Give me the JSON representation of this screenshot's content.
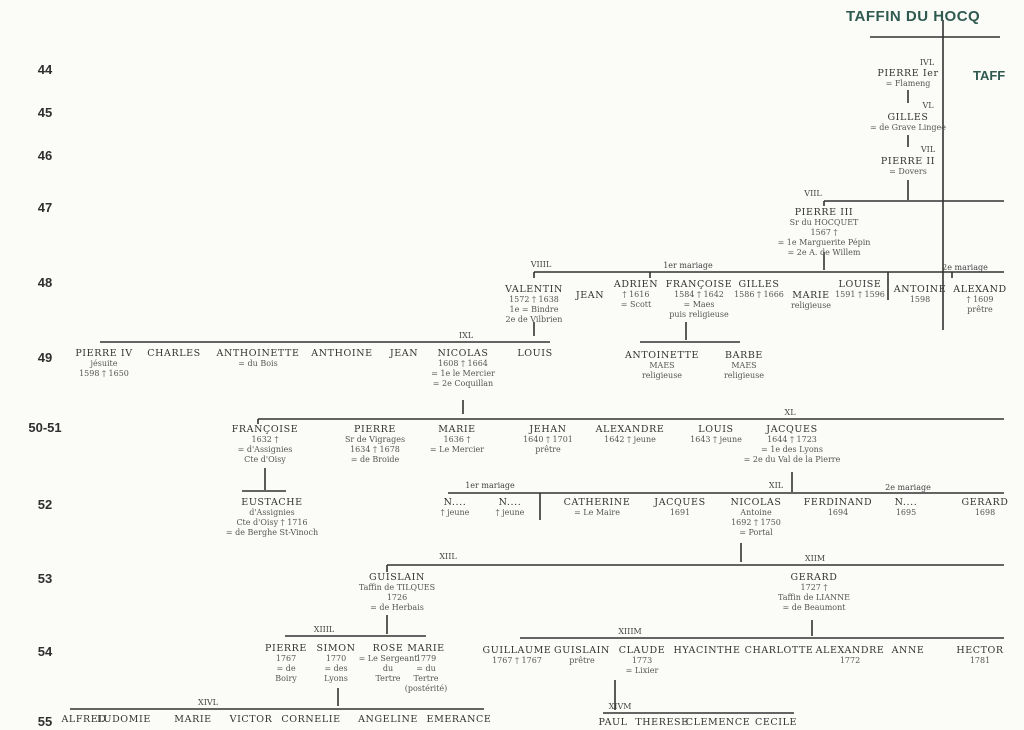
{
  "header": {
    "title": "TAFFIN DU HOCQ",
    "side_title": "TAFF"
  },
  "generations": [
    "44",
    "45",
    "46",
    "47",
    "48",
    "49",
    "50-51",
    "52",
    "53",
    "54",
    "55"
  ],
  "branch_labels": [
    {
      "text": "IVL"
    },
    {
      "text": "VL"
    },
    {
      "text": "VIL"
    },
    {
      "text": "VIIL"
    },
    {
      "text": "VIIIL"
    },
    {
      "text": "1er mariage"
    },
    {
      "text": "2e mariage"
    },
    {
      "text": "IXL"
    },
    {
      "text": "XL"
    },
    {
      "text": "1er mariage"
    },
    {
      "text": "XIL"
    },
    {
      "text": "2e mariage"
    },
    {
      "text": "XIIL"
    },
    {
      "text": "XIIM"
    },
    {
      "text": "XIIIL"
    },
    {
      "text": "XIIIM"
    },
    {
      "text": "XIVL"
    },
    {
      "text": "XIVM"
    }
  ],
  "people": [
    {
      "name": "PIERRE Ier",
      "details": [
        "= Flameng"
      ]
    },
    {
      "name": "GILLES",
      "details": [
        "= de Grave Lingee"
      ]
    },
    {
      "name": "PIERRE II",
      "details": [
        "= Dovers"
      ]
    },
    {
      "name": "PIERRE III",
      "details": [
        "Sr du HOCQUET",
        "1567 †",
        "= 1e Marguerite Pépin",
        "= 2e A. de Willem"
      ]
    },
    {
      "name": "VALENTIN",
      "details": [
        "1572 † 1638",
        "1e = Bindre",
        "2e de Vilbrien"
      ]
    },
    {
      "name": "JEAN",
      "details": []
    },
    {
      "name": "ADRIEN",
      "details": [
        "† 1616",
        "= Scott"
      ]
    },
    {
      "name": "FRANÇOISE",
      "details": [
        "1584 † 1642",
        "= Maes",
        "puis religieuse"
      ]
    },
    {
      "name": "GILLES",
      "details": [
        "1586 † 1666"
      ]
    },
    {
      "name": "MARIE",
      "details": [
        "religieuse"
      ]
    },
    {
      "name": "LOUISE",
      "details": [
        "1591 † 1596"
      ]
    },
    {
      "name": "ANTOINE",
      "details": [
        "1598"
      ]
    },
    {
      "name": "ALEXAND",
      "details": [
        "† 1609",
        "prêtre"
      ]
    },
    {
      "name": "PIERRE IV",
      "details": [
        "jésuite",
        "1598 † 1650"
      ]
    },
    {
      "name": "CHARLES",
      "details": []
    },
    {
      "name": "ANTHOINETTE",
      "details": [
        "= du Bois"
      ]
    },
    {
      "name": "ANTHOINE",
      "details": []
    },
    {
      "name": "JEAN",
      "details": []
    },
    {
      "name": "NICOLAS",
      "details": [
        "1608 † 1664",
        "= 1e le Mercier",
        "= 2e Coquillan"
      ]
    },
    {
      "name": "LOUIS",
      "details": []
    },
    {
      "name": "ANTOINETTE",
      "details": [
        "MAES",
        "religieuse"
      ]
    },
    {
      "name": "BARBE",
      "details": [
        "MAES",
        "religieuse"
      ]
    },
    {
      "name": "FRANÇOISE",
      "details": [
        "1632 †",
        "= d'Assignies",
        "Cte d'Oisy"
      ]
    },
    {
      "name": "PIERRE",
      "details": [
        "Sr de Vigrages",
        "1634 † 1678",
        "= de Broide"
      ]
    },
    {
      "name": "MARIE",
      "details": [
        "1636 †",
        "= Le Mercier"
      ]
    },
    {
      "name": "JEHAN",
      "details": [
        "1640 † 1701",
        "prêtre"
      ]
    },
    {
      "name": "ALEXANDRE",
      "details": [
        "1642 † jeune"
      ]
    },
    {
      "name": "LOUIS",
      "details": [
        "1643 † jeune"
      ]
    },
    {
      "name": "JACQUES",
      "details": [
        "1644 † 1723",
        "= 1e des Lyons",
        "= 2e du Val de la Pierre"
      ]
    },
    {
      "name": "EUSTACHE",
      "details": [
        "d'Assignies",
        "Cte d'Oisy † 1716",
        "= de Berghe St-Vinoch"
      ]
    },
    {
      "name": "N....",
      "details": [
        "† jeune"
      ]
    },
    {
      "name": "N....",
      "details": [
        "† jeune"
      ]
    },
    {
      "name": "CATHERINE",
      "details": [
        "= Le Maire"
      ]
    },
    {
      "name": "JACQUES",
      "details": [
        "1691"
      ]
    },
    {
      "name": "NICOLAS",
      "details": [
        "Antoine",
        "1692 † 1750",
        "= Portal"
      ]
    },
    {
      "name": "FERDINAND",
      "details": [
        "1694"
      ]
    },
    {
      "name": "N....",
      "details": [
        "1695"
      ]
    },
    {
      "name": "GERARD",
      "details": [
        "1698"
      ]
    },
    {
      "name": "GUISLAIN",
      "details": [
        "Taffin de TILQUES",
        "1726",
        "= de Herbais"
      ]
    },
    {
      "name": "GERARD",
      "details": [
        "1727 †",
        "Taffin de LIANNE",
        "= de Beaumont"
      ]
    },
    {
      "name": "PIERRE",
      "details": [
        "1767",
        "= de",
        "Boiry"
      ]
    },
    {
      "name": "SIMON",
      "details": [
        "1770",
        "= des",
        "Lyons"
      ]
    },
    {
      "name": "ROSE",
      "details": [
        "= Le Sergeant",
        "du",
        "Tertre"
      ]
    },
    {
      "name": "MARIE",
      "details": [
        "1779",
        "= du",
        "Tertre",
        "(postérité)"
      ]
    },
    {
      "name": "GUILLAUME",
      "details": [
        "1767 † 1767"
      ]
    },
    {
      "name": "GUISLAIN",
      "details": [
        "prêtre"
      ]
    },
    {
      "name": "CLAUDE",
      "details": [
        "1773",
        "= Lixier"
      ]
    },
    {
      "name": "HYACINTHE",
      "details": []
    },
    {
      "name": "CHARLOTTE",
      "details": []
    },
    {
      "name": "ALEXANDRE",
      "details": [
        "1772"
      ]
    },
    {
      "name": "ANNE",
      "details": []
    },
    {
      "name": "HECTOR",
      "details": [
        "1781"
      ]
    },
    {
      "name": "ALFRED",
      "details": []
    },
    {
      "name": "LUDOMIE",
      "details": []
    },
    {
      "name": "MARIE",
      "details": []
    },
    {
      "name": "VICTOR",
      "details": []
    },
    {
      "name": "CORNELIE",
      "details": []
    },
    {
      "name": "ANGELINE",
      "details": []
    },
    {
      "name": "EMERANCE",
      "details": []
    },
    {
      "name": "PAUL",
      "details": []
    },
    {
      "name": "THERESE",
      "details": []
    },
    {
      "name": "CLEMENCE",
      "details": []
    },
    {
      "name": "CECILE",
      "details": []
    }
  ]
}
